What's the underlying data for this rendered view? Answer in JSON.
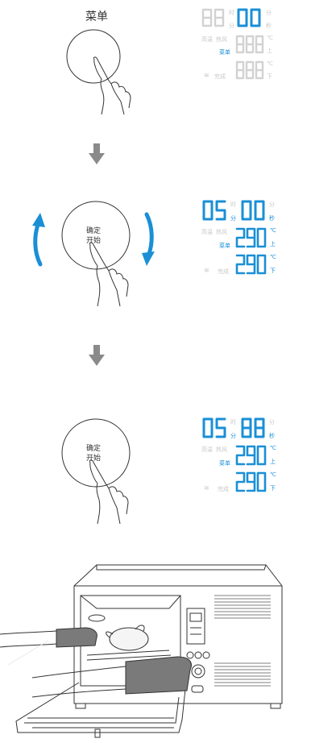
{
  "step1": {
    "button_label": "菜单",
    "display": {
      "time_label_h": "时",
      "time_label_m": "分",
      "time_label_min_small": "分",
      "time_label_sec": "秒",
      "mode_high_temp": "高温",
      "mode_hot_air": "热风",
      "mode_menu": "菜单",
      "mode_done": "完成",
      "unit_c_top": "℃",
      "label_upper": "上",
      "unit_c_bottom": "℃",
      "label_lower": "下"
    }
  },
  "step2": {
    "button_line1": "确定",
    "button_line2": "开始",
    "display": {
      "time_label_h": "时",
      "time_label_m": "分",
      "time_label_min_small": "分",
      "time_label_sec": "秒",
      "mode_high_temp": "高温",
      "mode_hot_air": "热风",
      "mode_menu": "菜单",
      "mode_done": "完成",
      "unit_c_top": "℃",
      "label_upper": "上",
      "unit_c_bottom": "℃",
      "label_lower": "下"
    }
  },
  "step3": {
    "button_line1": "确定",
    "button_line2": "开始",
    "display": {
      "time_label_h": "时",
      "time_label_m": "分",
      "time_label_min_small": "分",
      "time_label_sec": "秒",
      "mode_high_temp": "高温",
      "mode_hot_air": "热风",
      "mode_menu": "菜单",
      "mode_done": "完成",
      "unit_c_top": "℃",
      "label_upper": "上",
      "unit_c_bottom": "℃",
      "label_lower": "下"
    }
  },
  "colors": {
    "active": "#1a8fd6",
    "inactive": "#d2d2d2",
    "arrow_gray": "#8a8a8a",
    "line": "#333333"
  }
}
